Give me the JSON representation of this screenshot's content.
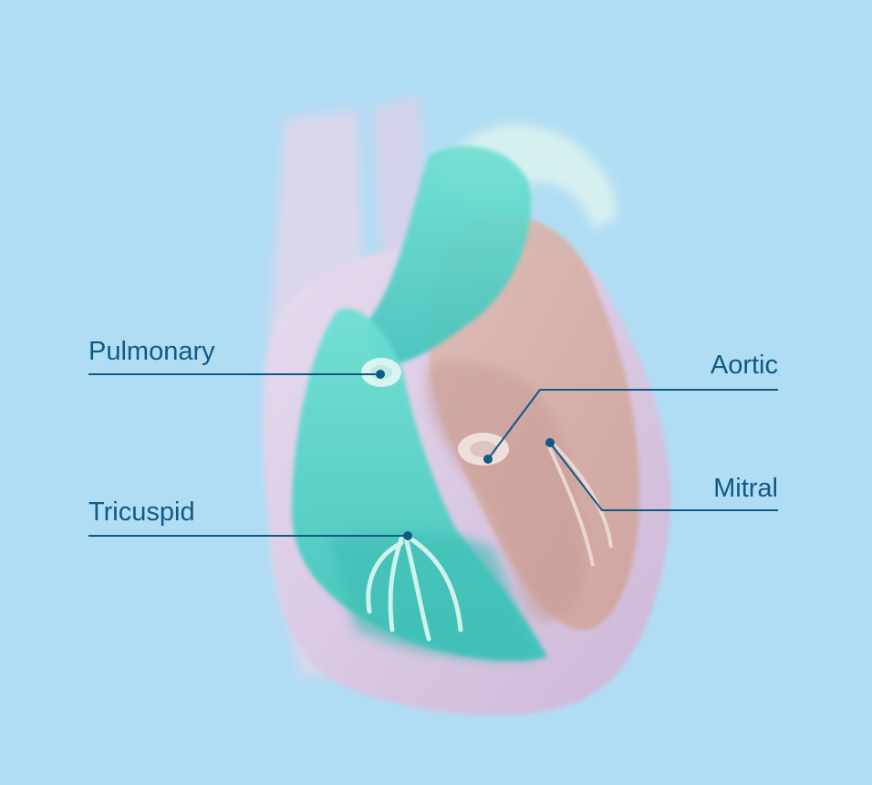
{
  "labels": {
    "pulmonary": "Pulmonary",
    "tricuspid": "Tricuspid",
    "aortic": "Aortic",
    "mitral": "Mitral"
  },
  "colors": {
    "background": "#b1ddf4",
    "label_text": "#0f5a86",
    "leader_line": "#0f5a86",
    "heart_wall": "#dccfe6",
    "right_chambers": "#4fd0c6",
    "left_chambers": "#d8b3ad"
  }
}
